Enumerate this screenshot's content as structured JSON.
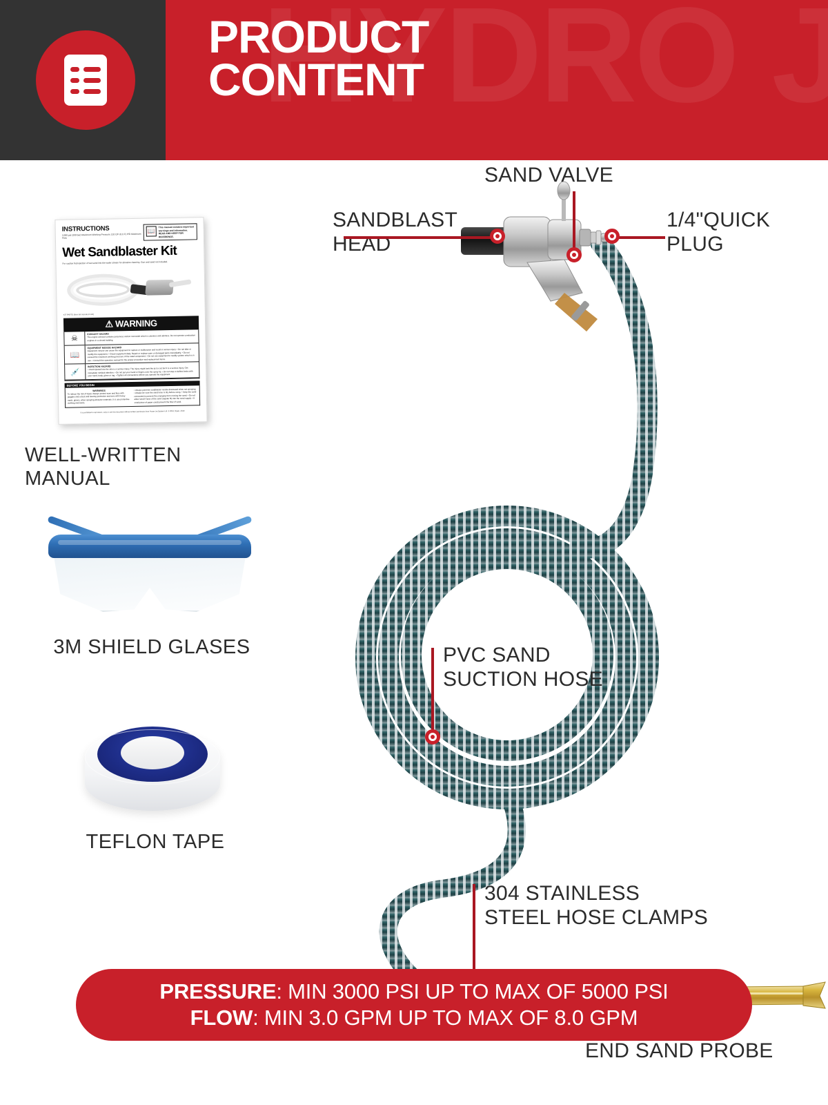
{
  "header": {
    "icon": "document-list-icon",
    "title_line1": "PRODUCT",
    "title_line2": "CONTENT",
    "watermark": "HYDRO JET",
    "bg_color": "#c8202a",
    "left_block_color": "#333333"
  },
  "items": [
    {
      "label": "WELL-WRITTEN\nMANUAL",
      "name": "manual"
    },
    {
      "label": "3M SHIELD GLASES",
      "name": "safety-glasses"
    },
    {
      "label": "TEFLON TAPE",
      "name": "teflon-tape"
    }
  ],
  "manual": {
    "instructions_heading": "INSTRUCTIONS",
    "instructions_sub": "3,500 psi (350 bar) Maximum Working Pressure\n210 C/F (6.0 F) PSI Maximum Flow",
    "notice_text": "This manual contains important warnings and information.",
    "notice_text2": "READ AND KEEP FOR REFERENCE.",
    "notice_icon": "book-icon",
    "title": "Wet Sandblaster Kit",
    "tagline": "For suction fed injection of wet sand into the water stream for abrasive cleaning. Gun and sand not included.",
    "photo_caption": "KIT PARTS (Item list included in kit)",
    "warning_bar": "WARNING",
    "rows": [
      {
        "icon": "person-hazard-icon",
        "heading": "EXHAUST HAZARD",
        "lines": "The engine exhaust contains poisonous carbon monoxide which is colorless and odorless. Do not operate combustion engines in a closed building."
      },
      {
        "icon": "instruction-icon",
        "heading": "EQUIPMENT MISUSE HAZARD",
        "lines": "Equipment misuse can cause the equipment to rupture or malfunction and result in serious injury.\n• Do not alter or modify the equipment.\n• Check equipment daily. Repair or replace worn or damaged parts immediately.\n• Do not exceed the maximum working pressure of the rated component.\n• Do not use equipment to modify system which is in use.\n• Consult the operators manual for the proper procedure and replacement items."
      },
      {
        "icon": "injection-icon",
        "heading": "INJECTION HAZARD",
        "lines": "• Fluid injected into the skin is a serious injury. The injury might look like just a cut but it is a serious injury. Get immediate medical attention.\n• Do not put your hand or fingers over the spray tip.\n• Do not stop or deflect leaks with your hand, body, glove or rag.\n• Tighten all connections before you operate the equipment."
      }
    ],
    "before_heading": "BEFORE YOU BEGIN",
    "before_col1_heading": "WARNINGS",
    "before_col1": "To reduce the risk of injury: Always protect eyes and face with goggles and a dust and hearing protection and ears with heavy mask, gloves, when spraying abrasive materials. It is use protective clothing and boots.",
    "before_col2": "• Always point the sandblaster nozzle downward when not spraying.\n• Always be sure the sand hose is dry before using.\n• Keep the sand connected to prevent the emerging from moving the sand.\n• Do not allow sand if hose of the sand (regular fit) into the sand supply.\n• A small piece of paper could prevent the flow of sand.",
    "footer": "It is prohibited to reproduce, copy or use this document without written permission from Power Jet System Ltd. © 2019, Spain, 2019."
  },
  "callouts": [
    {
      "name": "sandblast-head",
      "label": "SANDBLAST\nHEAD"
    },
    {
      "name": "sand-valve",
      "label": "SAND VALVE"
    },
    {
      "name": "quick-plug",
      "label": "1/4\"QUICK\nPLUG"
    },
    {
      "name": "pvc-sand-suction-hose",
      "label": "PVC SAND\nSUCTION HOSE"
    },
    {
      "name": "stainless-hose-clamps",
      "label": "304 STAINLESS\nSTEEL HOSE CLAMPS"
    },
    {
      "name": "v-tapered-end-sand-probe",
      "label": "V TAPERED\nEND SAND PROBE"
    }
  ],
  "banner": {
    "pressure_label": "PRESSURE",
    "pressure_value": ": MIN 3000 PSI UP TO MAX OF 5000 PSI",
    "flow_label": "FLOW",
    "flow_value": ": MIN 3.0 GPM UP TO MAX OF 8.0 GPM",
    "color": "#c8202a"
  },
  "colors": {
    "brand_red": "#c8202a",
    "dark": "#333333",
    "callout_red": "#a91722",
    "hose_teal": "#2d5f63",
    "probe_brass": "#c9a227"
  }
}
